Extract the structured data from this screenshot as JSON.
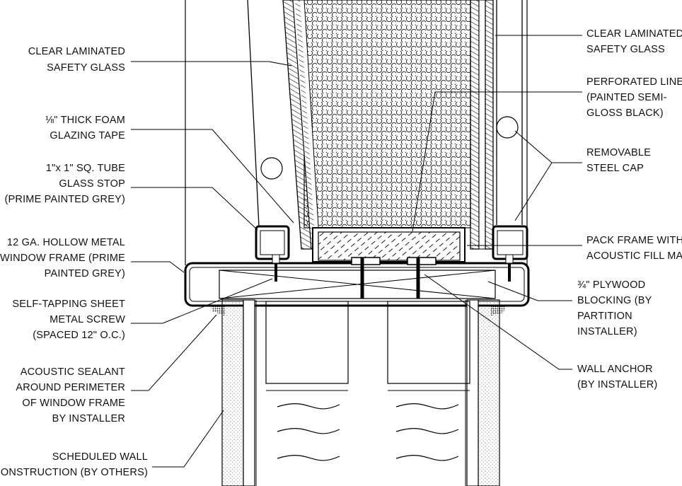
{
  "labels": {
    "clear_glass_left": [
      "CLEAR LAMINATED",
      "SAFETY GLASS"
    ],
    "foam_tape": [
      "⅛\" THICK FOAM",
      "GLAZING TAPE"
    ],
    "glass_stop": [
      "1\"x 1\" SQ. TUBE",
      "GLASS STOP",
      "(PRIME PAINTED GREY)"
    ],
    "window_frame": [
      "12 GA. HOLLOW METAL",
      "WINDOW FRAME (PRIME",
      "PAINTED GREY)"
    ],
    "screw": [
      "SELF-TAPPING SHEET",
      "METAL SCREW",
      "(SPACED 12\" O.C.)"
    ],
    "sealant": [
      "ACOUSTIC SEALANT",
      "AROUND PERIMETER",
      "OF WINDOW FRAME",
      "BY INSTALLER"
    ],
    "wall": [
      "SCHEDULED WALL",
      "CONSTRUCTION (BY OTHERS)"
    ],
    "clear_glass_right": [
      "CLEAR LAMINATED",
      "SAFETY GLASS"
    ],
    "liner": [
      "PERFORATED LINER",
      "(PAINTED SEMI-",
      "GLOSS BLACK)"
    ],
    "steel_cap": [
      "REMOVABLE",
      "STEEL CAP"
    ],
    "pack_frame": [
      "PACK FRAME WITH",
      "ACOUSTIC FILL MAT'L"
    ],
    "plywood": [
      "¾\" PLYWOOD",
      "BLOCKING (BY",
      "PARTITION",
      "INSTALLER)"
    ],
    "anchor": [
      "WALL ANCHOR",
      "(BY INSTALLER)"
    ]
  }
}
